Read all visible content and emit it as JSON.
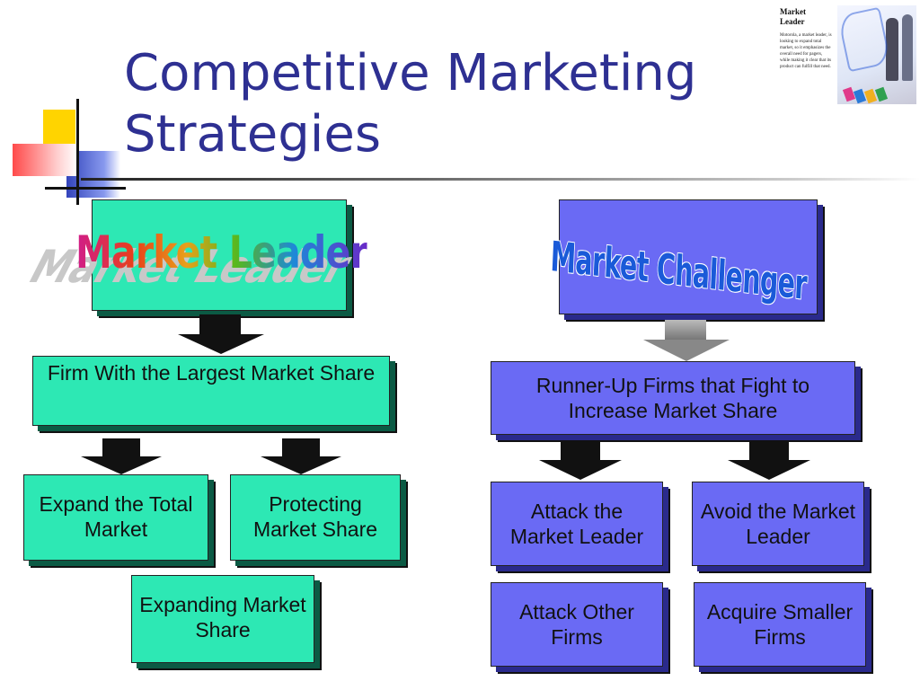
{
  "title": {
    "line1": "Competitive Marketing",
    "line2": "Strategies"
  },
  "ad": {
    "title": "Market Leader",
    "caption": "Motorola, a market leader, is looking to expand total market, so it emphasizes the overall need for pagers, while making it clear that its product can fulfill that need."
  },
  "leader": {
    "heading": "Market Leader",
    "definition": "Firm With the Largest Market Share",
    "strategies": [
      "Expand the Total Market",
      "Protecting Market Share",
      "Expanding Market Share"
    ]
  },
  "challenger": {
    "heading": "Market Challenger",
    "definition": "Runner-Up Firms that Fight to Increase Market Share",
    "strategies": [
      "Attack the Market Leader",
      "Avoid the Market Leader",
      "Attack Other Firms",
      "Acquire Smaller Firms"
    ]
  },
  "colors": {
    "title": "#2e3092",
    "leader_box": "#2de8b4",
    "challenger_box": "#6a6af4"
  }
}
